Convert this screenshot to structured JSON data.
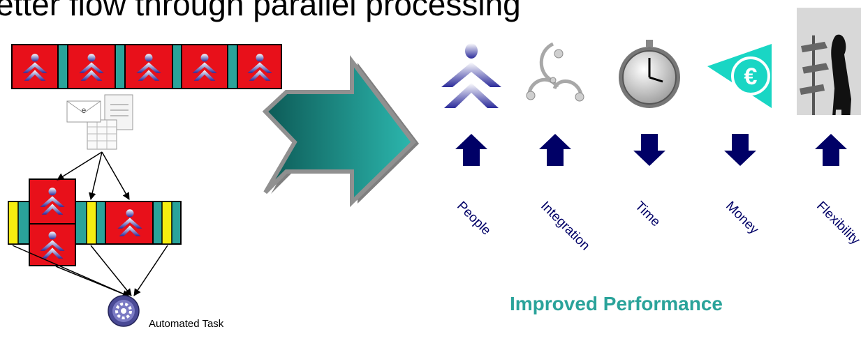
{
  "title": "etter flow through parallel processing",
  "process": {
    "automated_task_label": "Automated Task",
    "email_icon_letter": "e"
  },
  "performance": {
    "heading": "Improved Performance",
    "heading_color": "#2aa39a",
    "arrow_color": "#000066",
    "categories": [
      {
        "label": "People",
        "direction": "up",
        "icon": "person-icon"
      },
      {
        "label": "Integration",
        "direction": "up",
        "icon": "integration-icon"
      },
      {
        "label": "Time",
        "direction": "down",
        "icon": "stopwatch-icon"
      },
      {
        "label": "Money",
        "direction": "down",
        "icon": "euro-icon"
      },
      {
        "label": "Flexibility",
        "direction": "up",
        "icon": "signpost-icon"
      }
    ]
  },
  "colors": {
    "task_box": "#e8101a",
    "separator_teal": "#2aa39a",
    "separator_yellow": "#f5ee10",
    "big_arrow": "#1c9a93"
  }
}
